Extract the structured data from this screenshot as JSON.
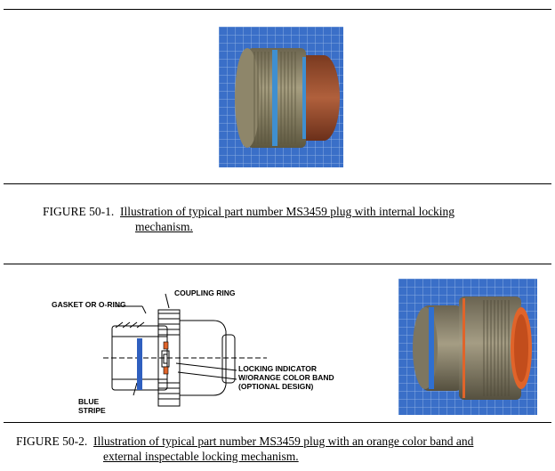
{
  "figure1": {
    "number": "FIGURE 50-1.",
    "caption_line1": "Illustration of typical part number MS3459 plug with internal locking",
    "caption_line2": "mechanism."
  },
  "figure2": {
    "number": "FIGURE 50-2.",
    "caption_line1": "Illustration of typical part number MS3459 plug with an orange color band and",
    "caption_line2": "external inspectable locking mechanism.",
    "diagram_labels": {
      "gasket": "GASKET OR O-RING",
      "coupling": "COUPLING RING",
      "locking1": "LOCKING INDICATOR",
      "locking2": "W/ORANGE COLOR BAND",
      "locking3": "(OPTIONAL DESIGN)",
      "blue1": "BLUE",
      "blue2": "STRIPE"
    }
  },
  "colors": {
    "photo_background": "#3a6fc8",
    "connector_metal": "#8a8266",
    "insert_rubber": "#a0512e",
    "blue_stripe": "#3f8fd0",
    "orange_band": "#e0642a"
  }
}
